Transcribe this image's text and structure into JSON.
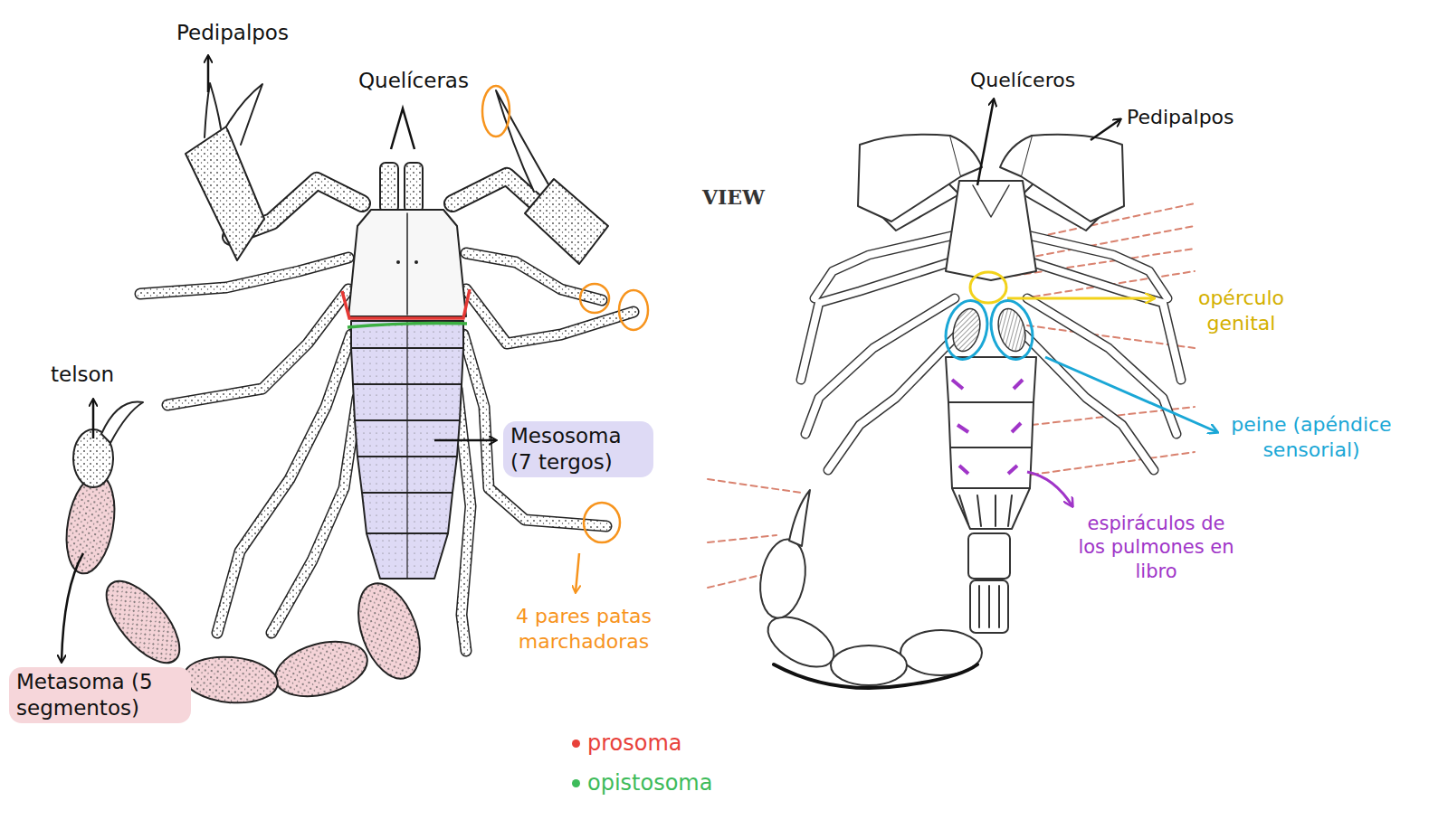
{
  "diagram": {
    "labels": [
      "Pedipalpos",
      "Quelíceras",
      "telson",
      "Mesosoma (7 tergos)",
      "Metasoma (5 segmentos)",
      "4 pares patas marchadoras",
      "VIEW",
      "Quelíceros",
      "Pedipalpos",
      "opérculo genital",
      "peine (apéndice sensorial)",
      "espiráculos de los pulmones en libro"
    ],
    "legend": [
      {
        "text": "prosoma",
        "color": "#e8413a"
      },
      {
        "text": "opistosoma",
        "color": "#3dbb5a"
      }
    ]
  }
}
